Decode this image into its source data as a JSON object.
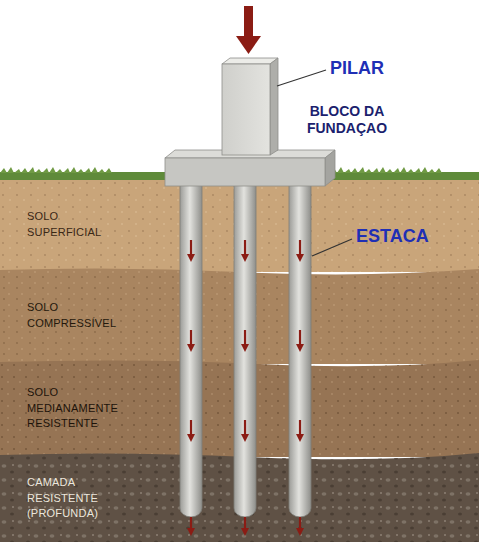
{
  "diagram": {
    "nodes": [
      {
        "text": [
          "SOLO SUPERFICIAL"
        ]
      },
      {
        "text": [
          "SOLO COMPRESSÍVEL"
        ]
      },
      {
        "text": [
          "SOLO MEDIANAMENTE RESISTENTE"
        ]
      },
      {
        "text": [
          "CAMADA RESISTENTE (PROFUNDA)"
        ]
      }
    ],
    "labels": [
      "PILAR",
      "BLOCO DA FUNDAÇAO",
      "ESTACA"
    ]
  }
}
